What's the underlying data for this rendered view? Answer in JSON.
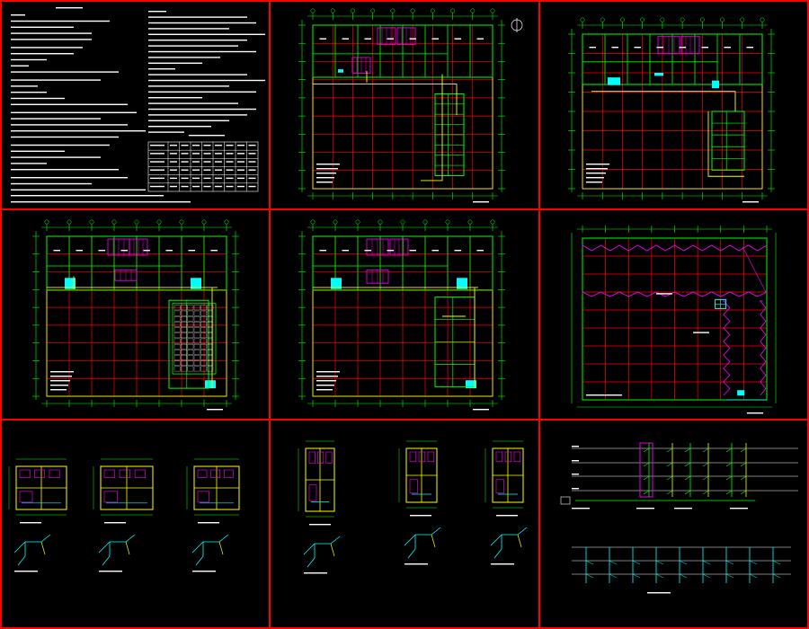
{
  "sheet": {
    "background": "#000000",
    "frame_color": "#ff0000",
    "layout": {
      "rows": 3,
      "cols": 3
    }
  },
  "colors": {
    "wall_green": "#00ff00",
    "grid_red": "#ff0000",
    "room_magenta": "#ff00ff",
    "pipe_yellow": "#ffff00",
    "fixture_cyan": "#00ffff",
    "text_white": "#ffffff",
    "pipe_orange": "#ff9900"
  },
  "panels": [
    {
      "id": "general-notes",
      "type": "notes"
    },
    {
      "id": "plan-1",
      "type": "floor-plan",
      "variant": "classrooms-and-toilets"
    },
    {
      "id": "plan-2",
      "type": "floor-plan",
      "variant": "block-right"
    },
    {
      "id": "plan-3",
      "type": "floor-plan",
      "variant": "stair-seating"
    },
    {
      "id": "plan-4",
      "type": "floor-plan",
      "variant": "stair-seating-small"
    },
    {
      "id": "roof-plan",
      "type": "roof-plan"
    },
    {
      "id": "toilet-details-a",
      "type": "details",
      "count": 3
    },
    {
      "id": "toilet-details-b",
      "type": "details",
      "count": 3
    },
    {
      "id": "riser-diagram",
      "type": "riser"
    }
  ],
  "icons": [
    "north-arrow-icon"
  ]
}
